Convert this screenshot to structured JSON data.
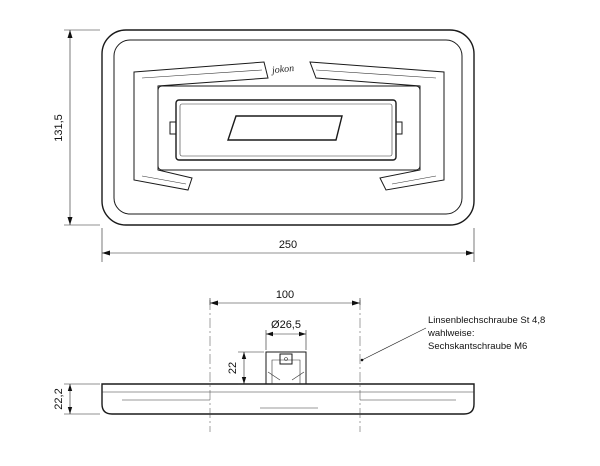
{
  "top_view": {
    "logo_text": "jokon",
    "dim_height": "131,5",
    "dim_width": "250"
  },
  "side_view": {
    "dim_mount_spacing": "100",
    "dim_diameter": "Ø26,5",
    "dim_bracket_height": "22",
    "dim_total_height": "22,2"
  },
  "notes": {
    "line1": "Linsenblechschraube St 4,8",
    "line2": "wahlweise:",
    "line3": "Sechskantschraube M6"
  }
}
